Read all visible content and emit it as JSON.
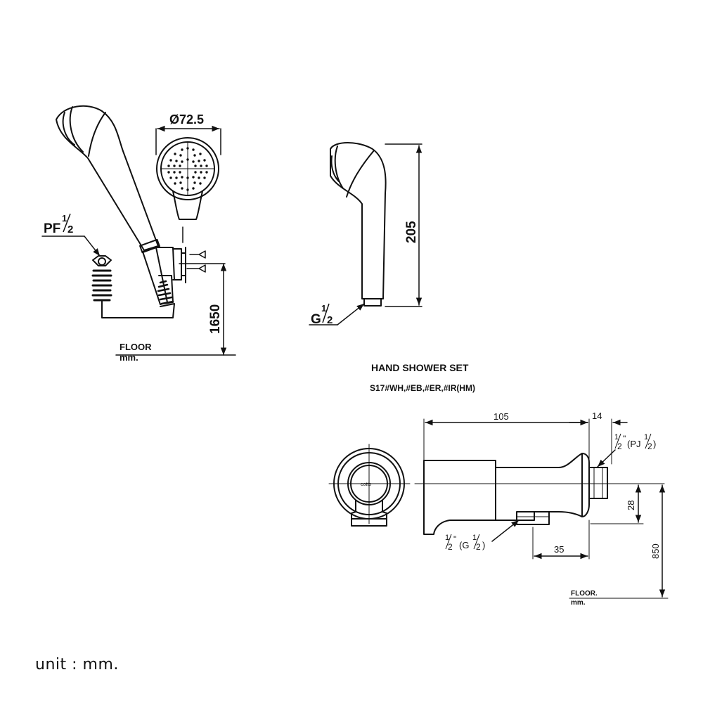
{
  "labels": {
    "pf_half": "PF",
    "g_half": "G",
    "frac_num": "1",
    "frac_den": "2",
    "dia": "Ø72.5",
    "h1650": "1650",
    "floor1": "FLOOR",
    "mm1": "mm.",
    "h205": "205",
    "title": "HAND SHOWER SET",
    "model": "S17#WH,#EB,#ER,#IR(HM)",
    "d105": "105",
    "d14": "14",
    "d28": "28",
    "d35": "35",
    "h850": "850",
    "pj_label": "(PJ",
    "g2_label": "(G",
    "inch": "\"",
    "close_paren": ")",
    "floor2": "FLOOR.",
    "mm2": "mm.",
    "logo": "cotto"
  },
  "unit_text": "unit : mm."
}
